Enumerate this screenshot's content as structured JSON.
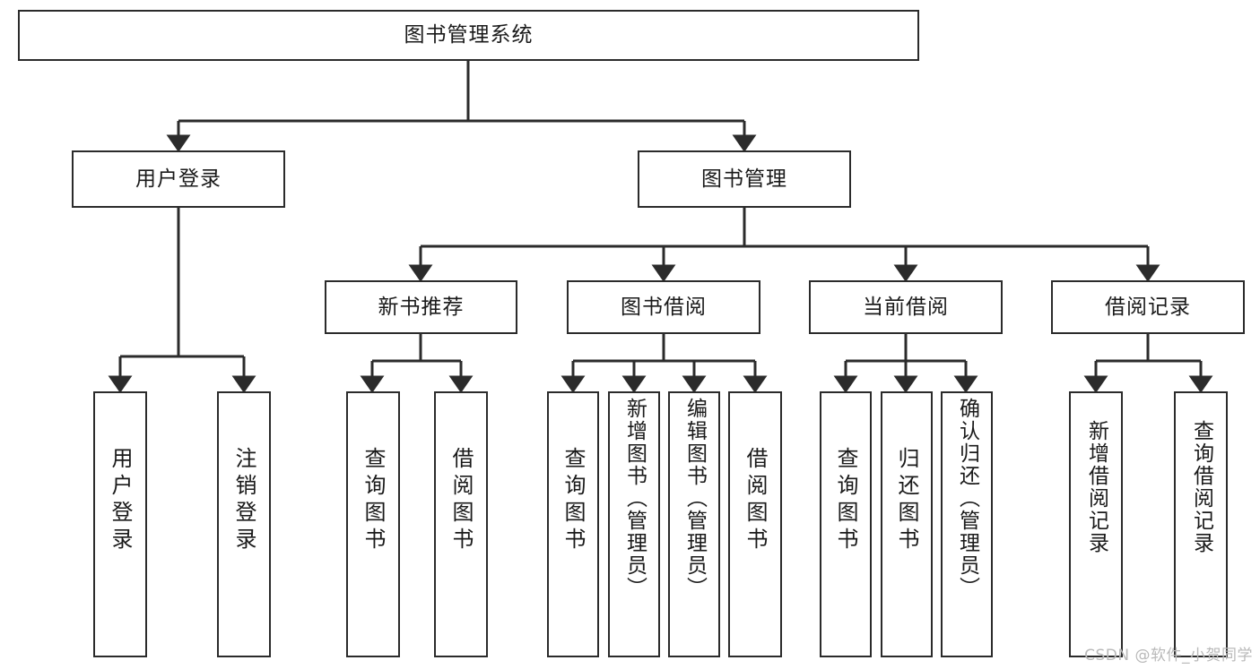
{
  "diagram": {
    "type": "tree",
    "title": "图书管理系统",
    "watermark": "CSDN @软件_小贺同学",
    "colors": {
      "border": "#2b2b2b",
      "background": "#ffffff",
      "text": "#1a1a1a",
      "watermark": "#b9b9b9"
    },
    "nodes": {
      "root": {
        "label": "图书管理系统"
      },
      "level1": [
        {
          "id": "user-login",
          "label": "用户登录"
        },
        {
          "id": "book-manage",
          "label": "图书管理"
        }
      ],
      "level2": [
        {
          "id": "new-book-rec",
          "label": "新书推荐"
        },
        {
          "id": "book-borrow",
          "label": "图书借阅"
        },
        {
          "id": "current-borrow",
          "label": "当前借阅"
        },
        {
          "id": "borrow-record",
          "label": "借阅记录"
        }
      ],
      "leaves": {
        "user_login": [
          {
            "id": "leaf-user-login",
            "label": "用户登录"
          },
          {
            "id": "leaf-logout",
            "label": "注销登录"
          }
        ],
        "new_book_rec": [
          {
            "id": "leaf-query-book-1",
            "label": "查询图书"
          },
          {
            "id": "leaf-borrow-book-1",
            "label": "借阅图书"
          }
        ],
        "book_borrow": [
          {
            "id": "leaf-query-book-2",
            "label": "查询图书"
          },
          {
            "id": "leaf-add-book",
            "label": "新增图书（管理员）"
          },
          {
            "id": "leaf-edit-book",
            "label": "编辑图书（管理员）"
          },
          {
            "id": "leaf-borrow-book-2",
            "label": "借阅图书"
          }
        ],
        "current_borrow": [
          {
            "id": "leaf-query-book-3",
            "label": "查询图书"
          },
          {
            "id": "leaf-return-book",
            "label": "归还图书"
          },
          {
            "id": "leaf-confirm-return",
            "label": "确认归还（管理员）"
          }
        ],
        "borrow_record": [
          {
            "id": "leaf-add-record",
            "label": "新增借阅记录"
          },
          {
            "id": "leaf-query-record",
            "label": "查询借阅记录"
          }
        ]
      }
    }
  }
}
